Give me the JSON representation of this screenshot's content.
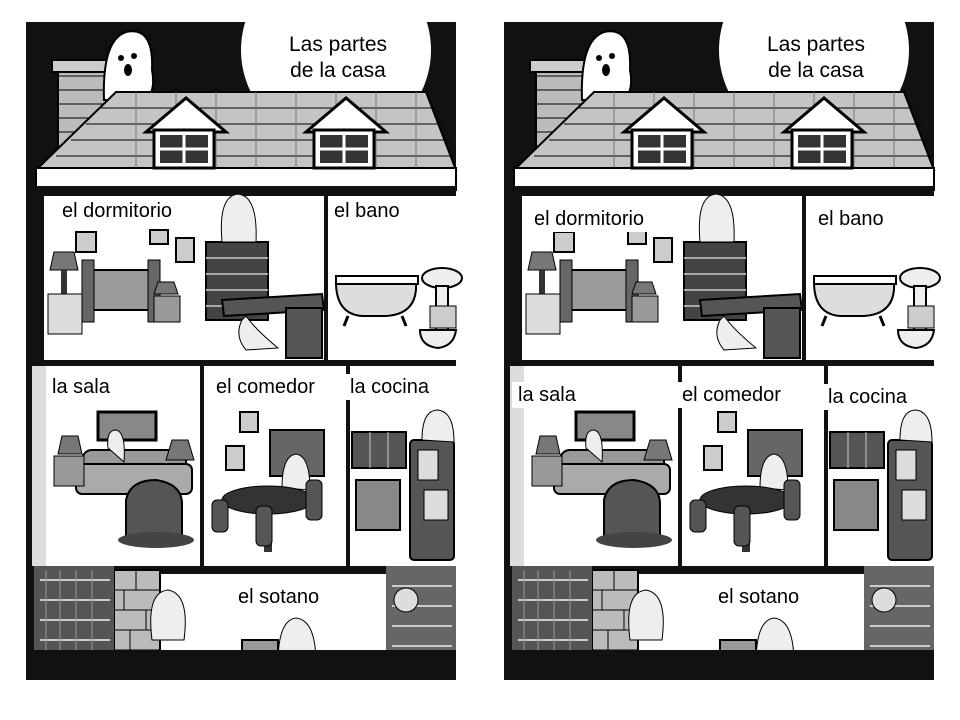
{
  "panels": [
    {
      "title": [
        "Las partes",
        "de la casa"
      ],
      "rooms": {
        "dormitorio": "el dormitorio",
        "bano": "el bano",
        "sala": "la sala",
        "comedor": "el comedor",
        "cocina": "la cocina",
        "sotano": "el sotano"
      }
    },
    {
      "title": [
        "Las partes",
        "de la casa"
      ],
      "rooms": {
        "dormitorio": "el dormitorio",
        "bano": "el bano",
        "sala": "la sala",
        "comedor": "el comedor",
        "cocina": "la cocina",
        "sotano": "el sotano"
      }
    }
  ],
  "colors": {
    "night": "#111111",
    "moon": "#ffffff",
    "roof": "#b8b8b8",
    "wall": "#dcdcdc",
    "room_bg": "#ffffff",
    "furniture_dark": "#555555",
    "furniture_mid": "#8a8a8a"
  }
}
